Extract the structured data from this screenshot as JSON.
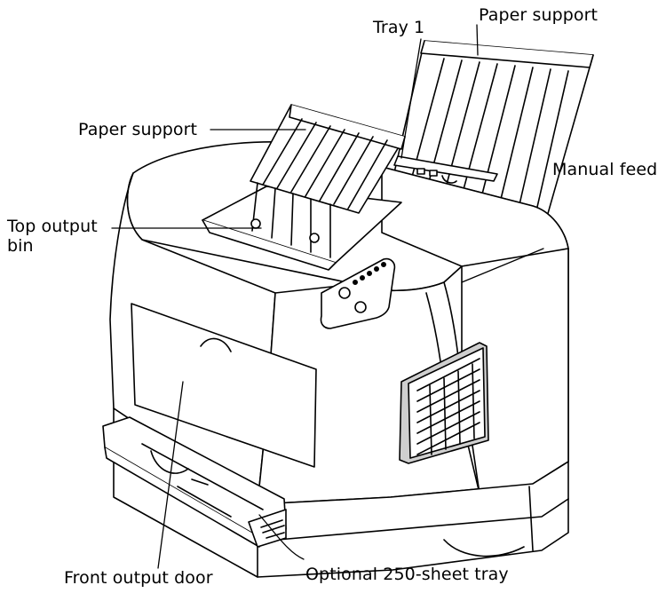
{
  "labels": {
    "tray_1": "Tray 1",
    "paper_support_rear": "Paper support",
    "paper_support_front": "Paper support",
    "manual_feed": "Manual feed",
    "top_output_bin": "Top output bin",
    "front_output_door": "Front output door",
    "optional_tray": "Optional 250-sheet tray"
  },
  "colors": {
    "line": "#000000",
    "body": "#ffffff",
    "shade": "#cfcfcf"
  }
}
